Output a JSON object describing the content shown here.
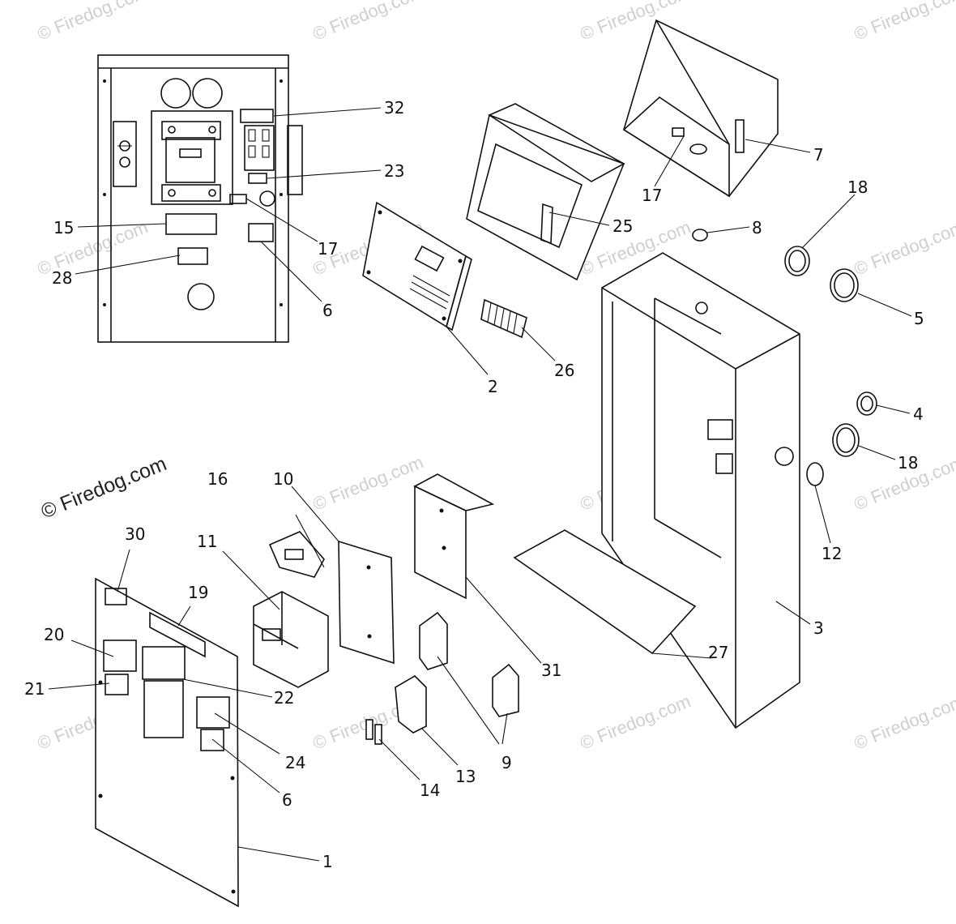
{
  "watermark": {
    "text": "© Firedog.com"
  },
  "callouts": [
    {
      "id": "p1",
      "text": "1"
    },
    {
      "id": "p2",
      "text": "2"
    },
    {
      "id": "p3",
      "text": "3"
    },
    {
      "id": "p4",
      "text": "4"
    },
    {
      "id": "p5",
      "text": "5"
    },
    {
      "id": "p6a",
      "text": "6"
    },
    {
      "id": "p6b",
      "text": "6"
    },
    {
      "id": "p7",
      "text": "7"
    },
    {
      "id": "p8",
      "text": "8"
    },
    {
      "id": "p9",
      "text": "9"
    },
    {
      "id": "p10",
      "text": "10"
    },
    {
      "id": "p11",
      "text": "11"
    },
    {
      "id": "p12",
      "text": "12"
    },
    {
      "id": "p13",
      "text": "13"
    },
    {
      "id": "p14",
      "text": "14"
    },
    {
      "id": "p15",
      "text": "15"
    },
    {
      "id": "p16",
      "text": "16"
    },
    {
      "id": "p17a",
      "text": "17"
    },
    {
      "id": "p17b",
      "text": "17"
    },
    {
      "id": "p18a",
      "text": "18"
    },
    {
      "id": "p18b",
      "text": "18"
    },
    {
      "id": "p19",
      "text": "19"
    },
    {
      "id": "p20",
      "text": "20"
    },
    {
      "id": "p21",
      "text": "21"
    },
    {
      "id": "p22",
      "text": "22"
    },
    {
      "id": "p23",
      "text": "23"
    },
    {
      "id": "p24",
      "text": "24"
    },
    {
      "id": "p25",
      "text": "25"
    },
    {
      "id": "p26",
      "text": "26"
    },
    {
      "id": "p27",
      "text": "27"
    },
    {
      "id": "p28",
      "text": "28"
    },
    {
      "id": "p30",
      "text": "30"
    },
    {
      "id": "p31",
      "text": "31"
    },
    {
      "id": "p32",
      "text": "32"
    }
  ]
}
